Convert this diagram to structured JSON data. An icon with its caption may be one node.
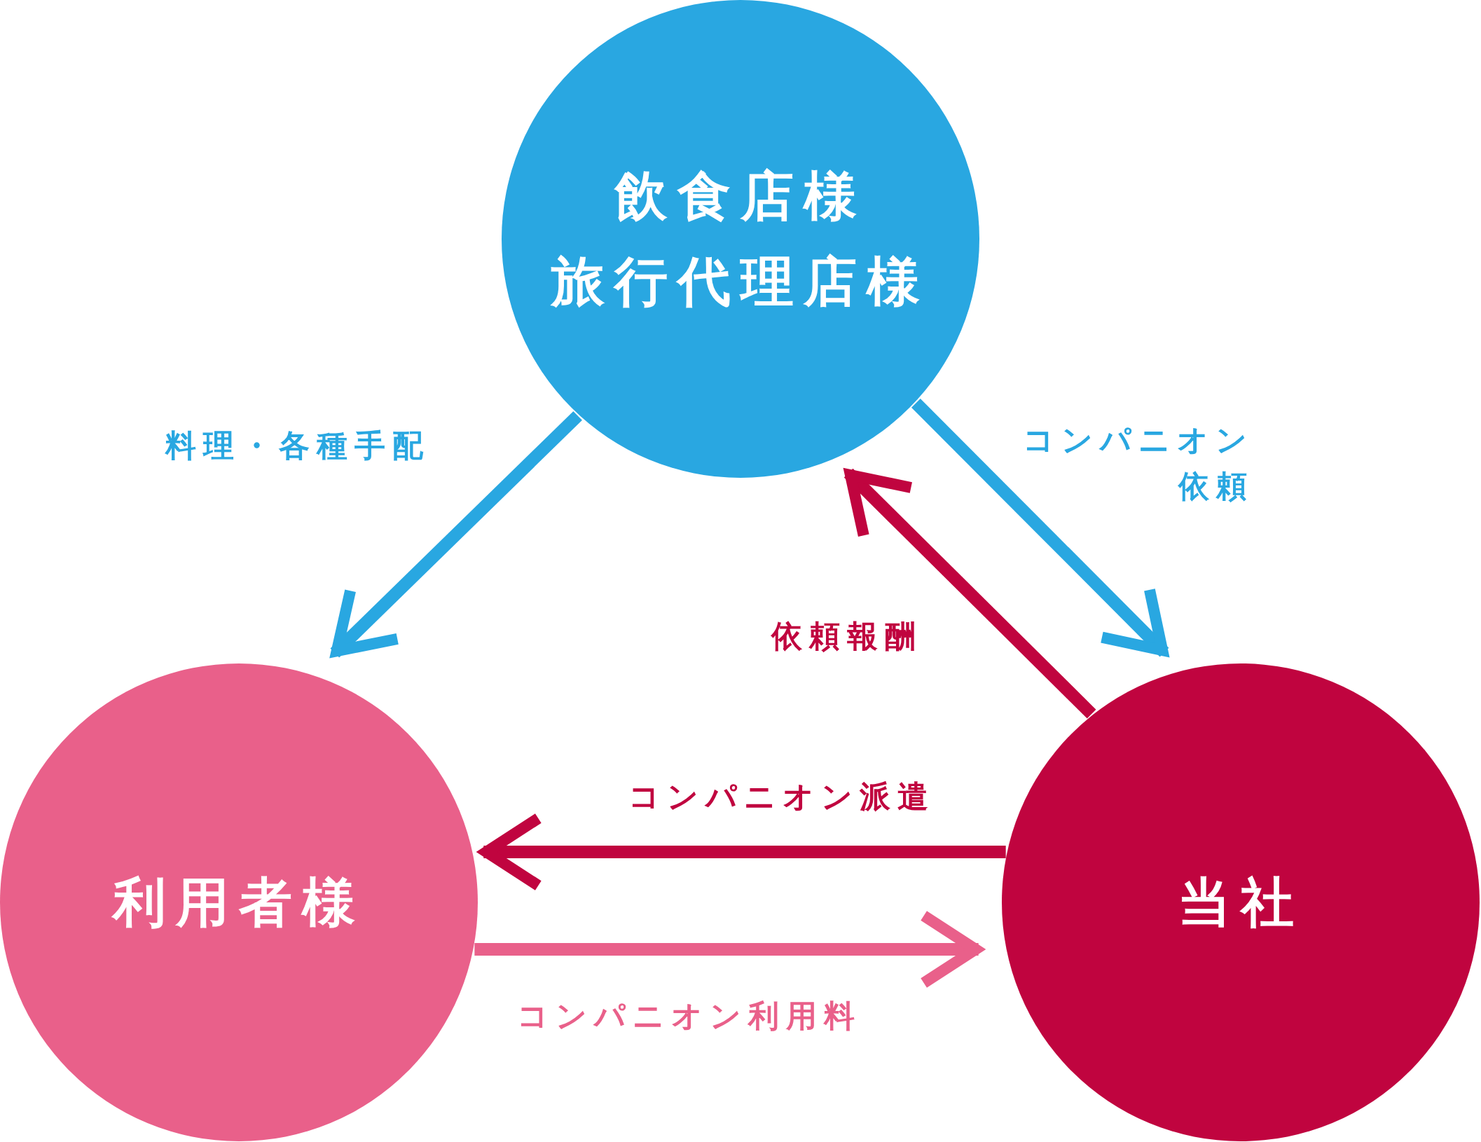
{
  "diagram": {
    "nodes": [
      {
        "text": [
          "飲食店様",
          "旅行代理店様"
        ]
      },
      {
        "text": [
          "利用者様"
        ]
      },
      {
        "text": [
          "当社"
        ]
      }
    ],
    "edges": [
      {
        "from": 0,
        "to": 1,
        "arrow": "to",
        "label": "料理・各種手配",
        "color": "#29a7e1"
      },
      {
        "from": 0,
        "to": 2,
        "arrow": "to",
        "label": "コンパニオン依頼",
        "color": "#29a7e1"
      },
      {
        "from": 2,
        "to": 0,
        "arrow": "to",
        "label": "依頼報酬",
        "color": "#c0043f"
      },
      {
        "from": 2,
        "to": 1,
        "arrow": "to",
        "label": "コンパニオン派遣",
        "color": "#c0043f"
      },
      {
        "from": 1,
        "to": 2,
        "arrow": "to",
        "label": "コンパニオン利用料",
        "color": "#e9608a"
      }
    ]
  }
}
